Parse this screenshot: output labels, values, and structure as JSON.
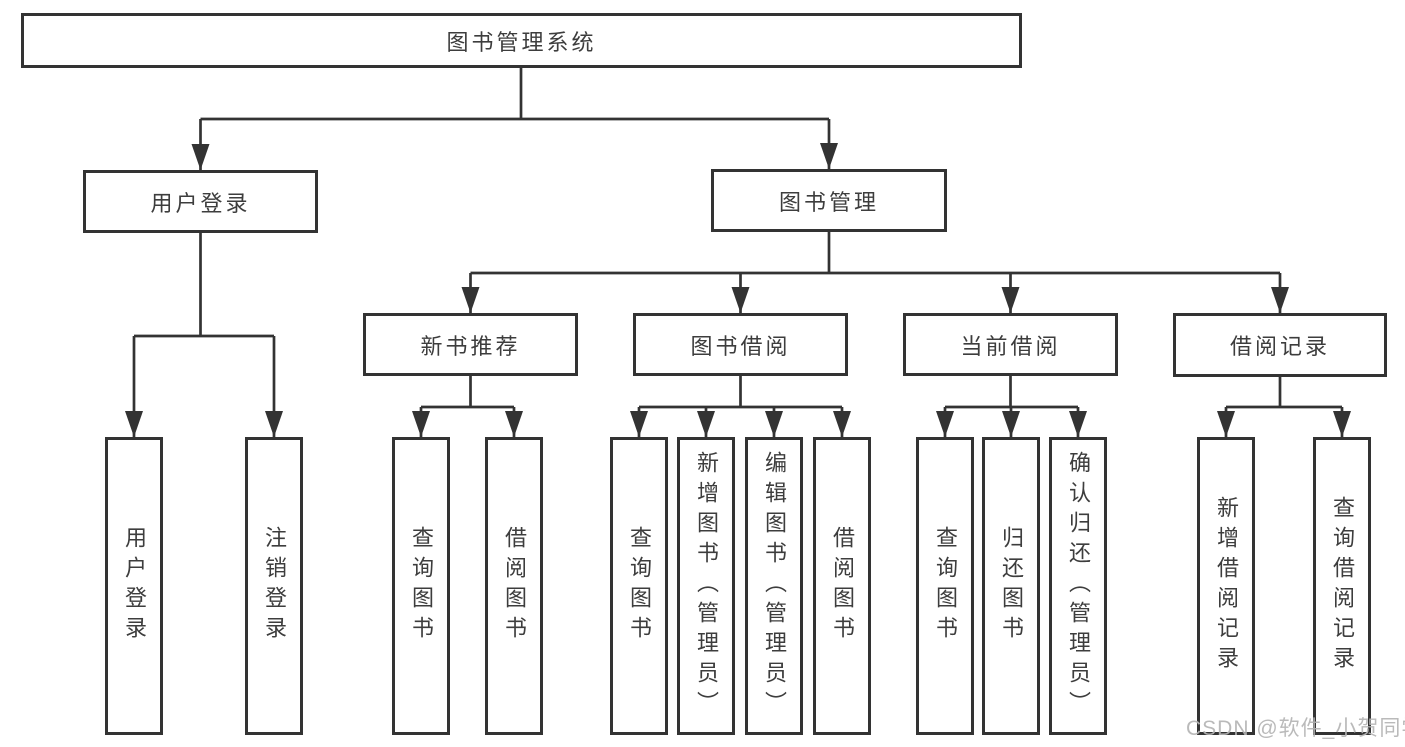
{
  "tree": {
    "label": "图书管理系统",
    "children": [
      {
        "label": "用户登录",
        "children": [
          {
            "label": "用户登录"
          },
          {
            "label": "注销登录"
          }
        ]
      },
      {
        "label": "图书管理",
        "children": [
          {
            "label": "新书推荐",
            "children": [
              {
                "label": "查询图书"
              },
              {
                "label": "借阅图书"
              }
            ]
          },
          {
            "label": "图书借阅",
            "children": [
              {
                "label": "查询图书"
              },
              {
                "label": "新增图书（管理员）"
              },
              {
                "label": "编辑图书（管理员）"
              },
              {
                "label": "借阅图书"
              }
            ]
          },
          {
            "label": "当前借阅",
            "children": [
              {
                "label": "查询图书"
              },
              {
                "label": "归还图书"
              },
              {
                "label": "确认归还（管理员）"
              }
            ]
          },
          {
            "label": "借阅记录",
            "children": [
              {
                "label": "新增借阅记录"
              },
              {
                "label": "查询借阅记录"
              }
            ]
          }
        ]
      }
    ]
  },
  "watermark": "CSDN @软件_小贺同学",
  "colors": {
    "line": "#333333",
    "text": "#3d3d3d",
    "watermark": "#b5b5b5",
    "background": "#ffffff"
  }
}
